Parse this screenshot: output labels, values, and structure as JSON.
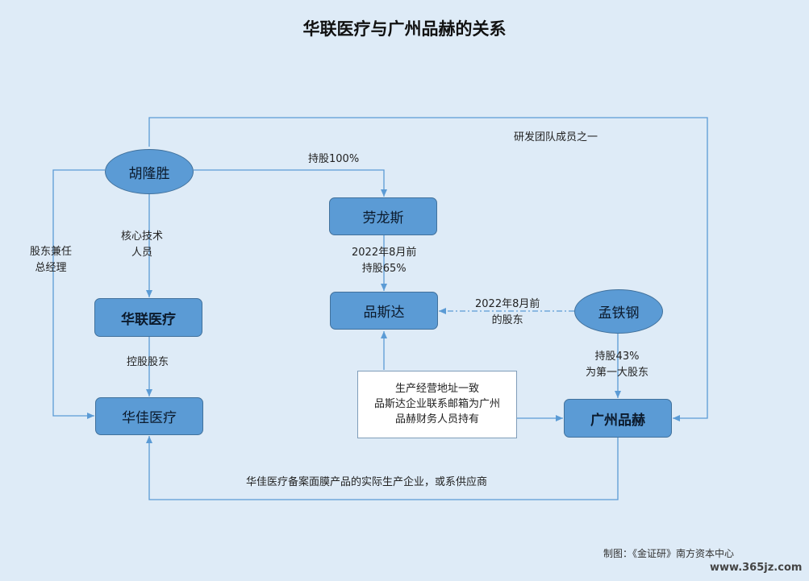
{
  "title": "华联医疗与广州品赫的关系",
  "nodes": {
    "hulongsheng": "胡隆胜",
    "laolongsi": "劳龙斯",
    "pinsida": "品斯达",
    "mengtiegang": "孟铁钢",
    "hualian": "华联医疗",
    "huajia": "华佳医疗",
    "guangzhou_pinhe": "广州品赫"
  },
  "edge_labels": {
    "hold_100": "持股100%",
    "rd_team": "研发团队成员之一",
    "core_tech_1": "核心技术",
    "core_tech_2": "人员",
    "shareholder_gm_1": "股东兼任",
    "shareholder_gm_2": "总经理",
    "before_aug_1": "2022年8月前",
    "hold_65": "持股65%",
    "before_aug_2": "2022年8月前",
    "former_shareholder": "的股东",
    "controlling": "控股股东",
    "hold_43": "持股43%",
    "largest_shareholder": "为第一大股东",
    "actual_producer": "华佳医疗备案面膜产品的实际生产企业，或系供应商"
  },
  "note": {
    "line1": "生产经营地址一致",
    "line2": "品斯达企业联系邮箱为广州",
    "line3": "品赫财务人员持有"
  },
  "footer": "制图：《金证研》南方资本中心",
  "watermark": "www.365jz.com",
  "colors": {
    "background": "#deebf7",
    "node_fill": "#5b9bd5",
    "line": "#5b9bd5"
  }
}
